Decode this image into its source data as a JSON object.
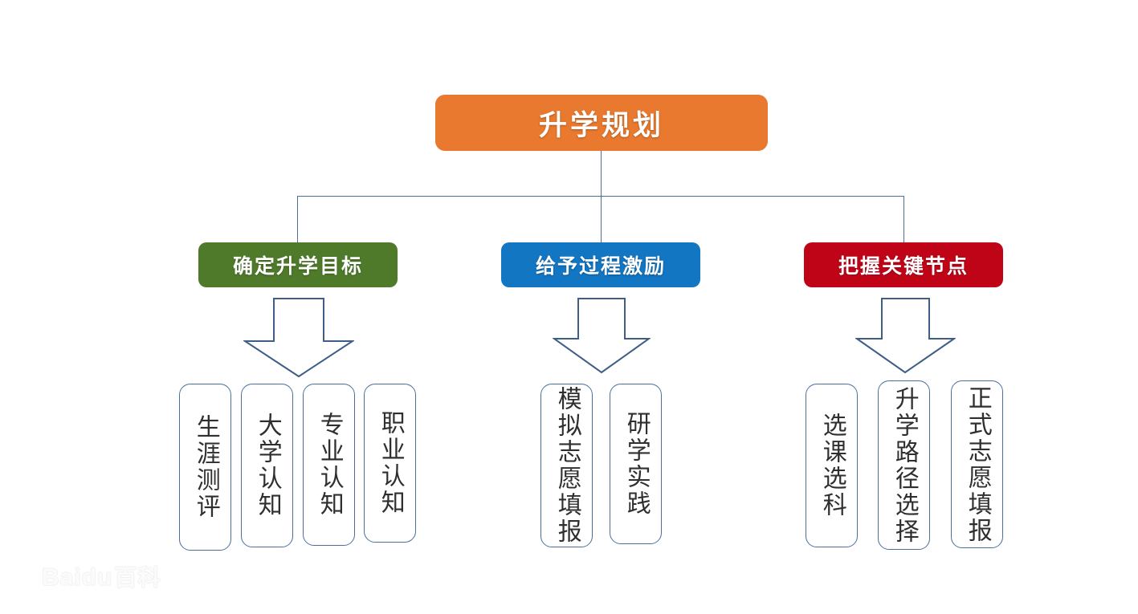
{
  "diagram": {
    "title": "升学规划",
    "root": {
      "label": "升学规划",
      "color": "#E8792E"
    },
    "branches": [
      {
        "label": "确定升学目标",
        "color": "#4F7A2A",
        "arrow": "down-arrow",
        "leaves": [
          {
            "label": "生涯测评"
          },
          {
            "label": "大学认知"
          },
          {
            "label": "专业认知"
          },
          {
            "label": "职业认知"
          }
        ]
      },
      {
        "label": "给予过程激励",
        "color": "#1276C3",
        "arrow": "down-arrow",
        "leaves": [
          {
            "label": "模拟志愿填报"
          },
          {
            "label": "研学实践"
          }
        ]
      },
      {
        "label": "把握关键节点",
        "color": "#C00418",
        "arrow": "down-arrow",
        "leaves": [
          {
            "label": "选课选科"
          },
          {
            "label": "升学路径选择"
          },
          {
            "label": "正式志愿填报"
          }
        ]
      }
    ],
    "connector_color": "#4A6F9C",
    "leaf_border_color": "#4A6F9C",
    "leaf_text_color": "#2F2F2F",
    "background_color": "#FFFFFF"
  },
  "watermark": {
    "brand": "Baidu",
    "suffix": "百科"
  }
}
